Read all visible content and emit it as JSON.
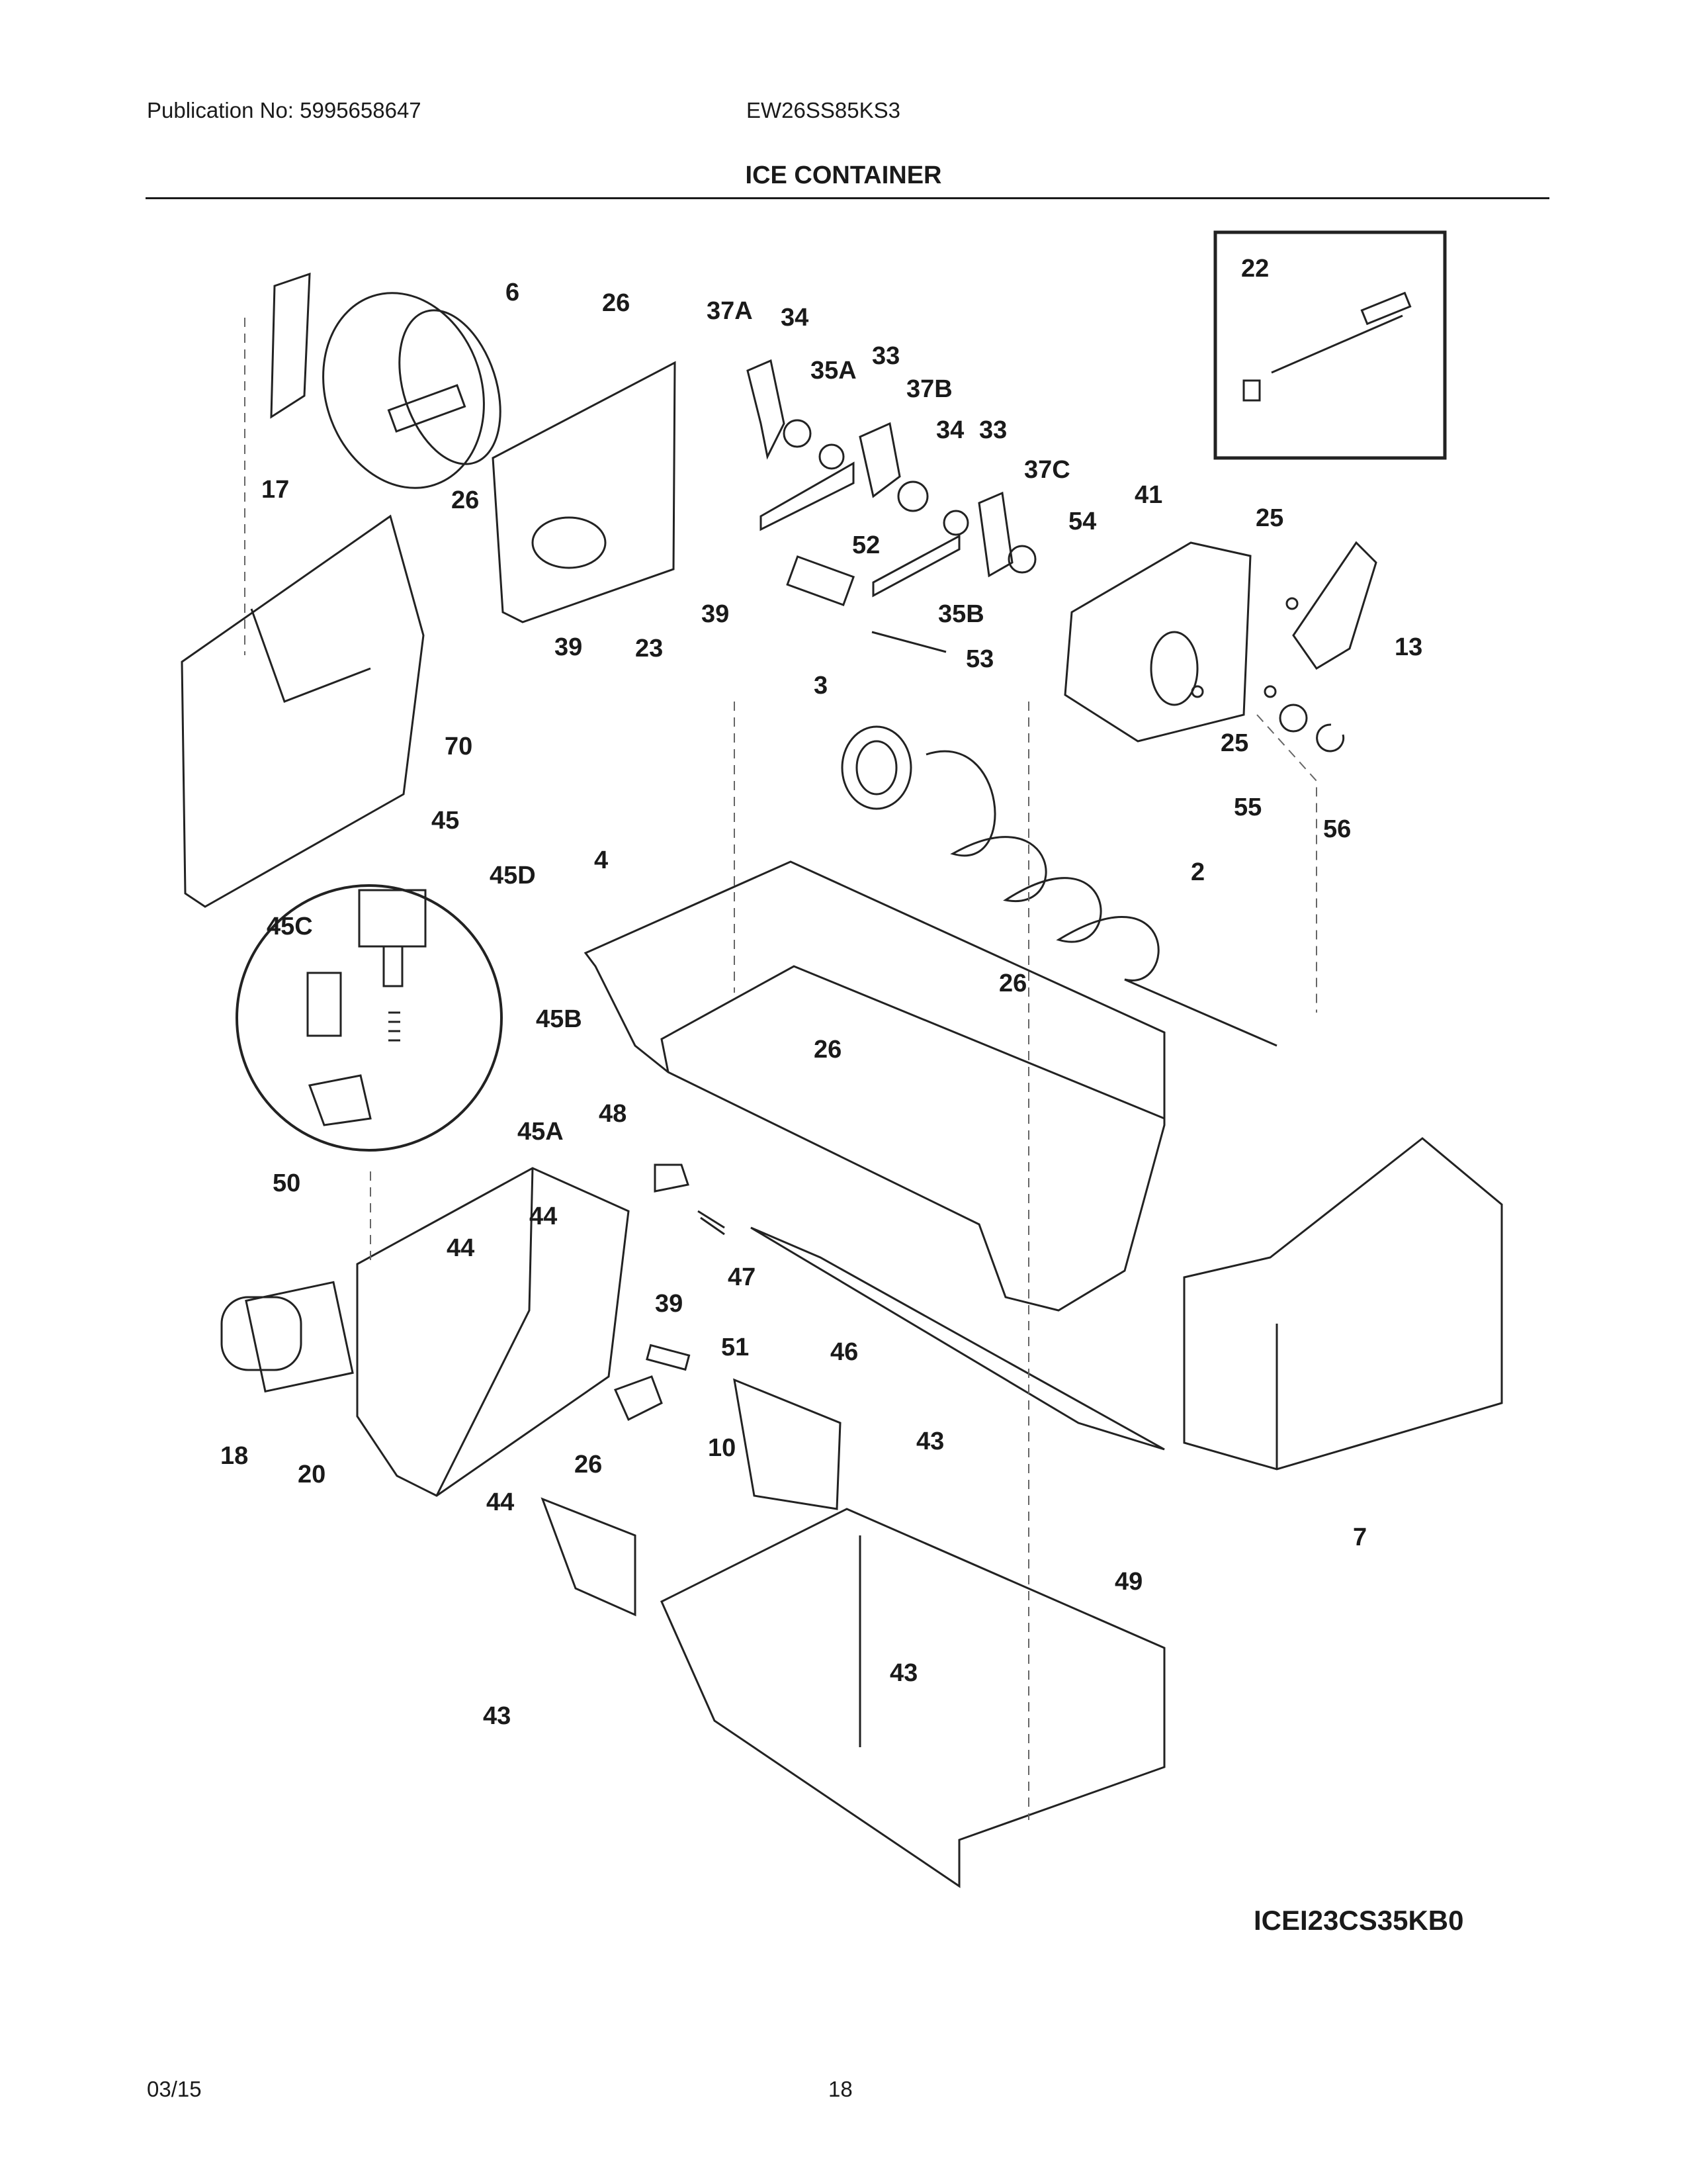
{
  "header": {
    "publication": "Publication No: 5995658647",
    "model": "EW26SS85KS3",
    "title": "ICE CONTAINER"
  },
  "callouts": [
    "6",
    "26",
    "37A",
    "34",
    "35A",
    "33",
    "37B",
    "34",
    "33",
    "37C",
    "41",
    "25",
    "22",
    "17",
    "26",
    "39",
    "23",
    "39",
    "52",
    "54",
    "13",
    "53",
    "35B",
    "3",
    "25",
    "55",
    "56",
    "70",
    "45",
    "45D",
    "4",
    "2",
    "45C",
    "45B",
    "26",
    "26",
    "45A",
    "48",
    "50",
    "44",
    "44",
    "47",
    "39",
    "51",
    "46",
    "18",
    "20",
    "26",
    "10",
    "43",
    "44",
    "7",
    "49",
    "43",
    "43"
  ],
  "drawing_code": "ICEI23CS35KB0",
  "footer": {
    "date": "03/15",
    "page": "18"
  }
}
